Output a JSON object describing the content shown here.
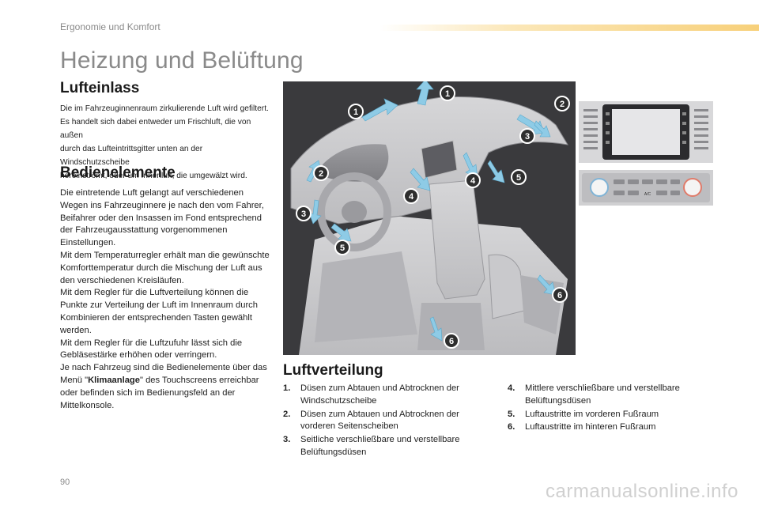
{
  "header": {
    "section": "Ergonomie und Komfort"
  },
  "page_title": "Heizung und Belüftung",
  "air_intake": {
    "title": "Lufteinlass",
    "lines": [
      "Die im Fahrzeuginnenraum zirkulierende Luft wird gefiltert.",
      "Es handelt sich dabei entweder um Frischluft, die von außen",
      "durch das Lufteintrittsgitter unten an der Windschutzscheibe",
      "hereinströmt, oder um Innenluft, die umgewälzt wird."
    ]
  },
  "controls": {
    "title": "Bedienelemente",
    "p1": "Die eintretende Luft gelangt auf verschiedenen Wegen ins Fahrzeuginnere je nach den vom Fahrer, Beifahrer oder den Insassen im Fond entsprechend der Fahrzeugausstattung vorgenommenen Einstellungen.",
    "p2": "Mit dem Temperaturregler erhält man die gewünschte Komforttemperatur durch die Mischung der Luft aus den verschiedenen Kreisläufen.",
    "p3": "Mit dem Regler für die Luftverteilung können die Punkte zur Verteilung der Luft im Innenraum durch Kombinieren der entsprechenden Tasten gewählt werden.",
    "p4": "Mit dem Regler für die Luftzufuhr lässt sich die Gebläsestärke erhöhen oder verringern.",
    "p5_before": "Je nach Fahrzeug sind die Bedienelemente über das Menü \"",
    "p5_bold": "Klimaanlage",
    "p5_after": "\" des Touchscreens erreichbar oder befinden sich im Bedienungsfeld an der Mittelkonsole."
  },
  "distribution": {
    "title": "Luftverteilung",
    "left": [
      {
        "num": "1.",
        "text": "Düsen zum Abtauen und Abtrocknen der Windschutzscheibe"
      },
      {
        "num": "2.",
        "text": "Düsen zum Abtauen und Abtrocknen der vorderen Seitenscheiben"
      },
      {
        "num": "3.",
        "text": "Seitliche verschließbare und verstellbare Belüftungsdüsen"
      }
    ],
    "right": [
      {
        "num": "4.",
        "text": "Mittlere verschließbare und verstellbare Belüftungsdüsen"
      },
      {
        "num": "5.",
        "text": "Luftaustritte im vorderen Fußraum"
      },
      {
        "num": "6.",
        "text": "Luftaustritte im hinteren Fußraum"
      }
    ]
  },
  "figure": {
    "markers": [
      "1",
      "1",
      "2",
      "2",
      "3",
      "3",
      "4",
      "4",
      "5",
      "5",
      "6",
      "6"
    ],
    "control_panel_button": "A/C"
  },
  "page_number": "90",
  "watermark": "carmanualsonline.info",
  "colors": {
    "accent_bar": "#f7d07a",
    "arrow_blue": "#8ecbe6",
    "marker_border": "#ffffff",
    "marker_fill": "#2e2e2e"
  }
}
